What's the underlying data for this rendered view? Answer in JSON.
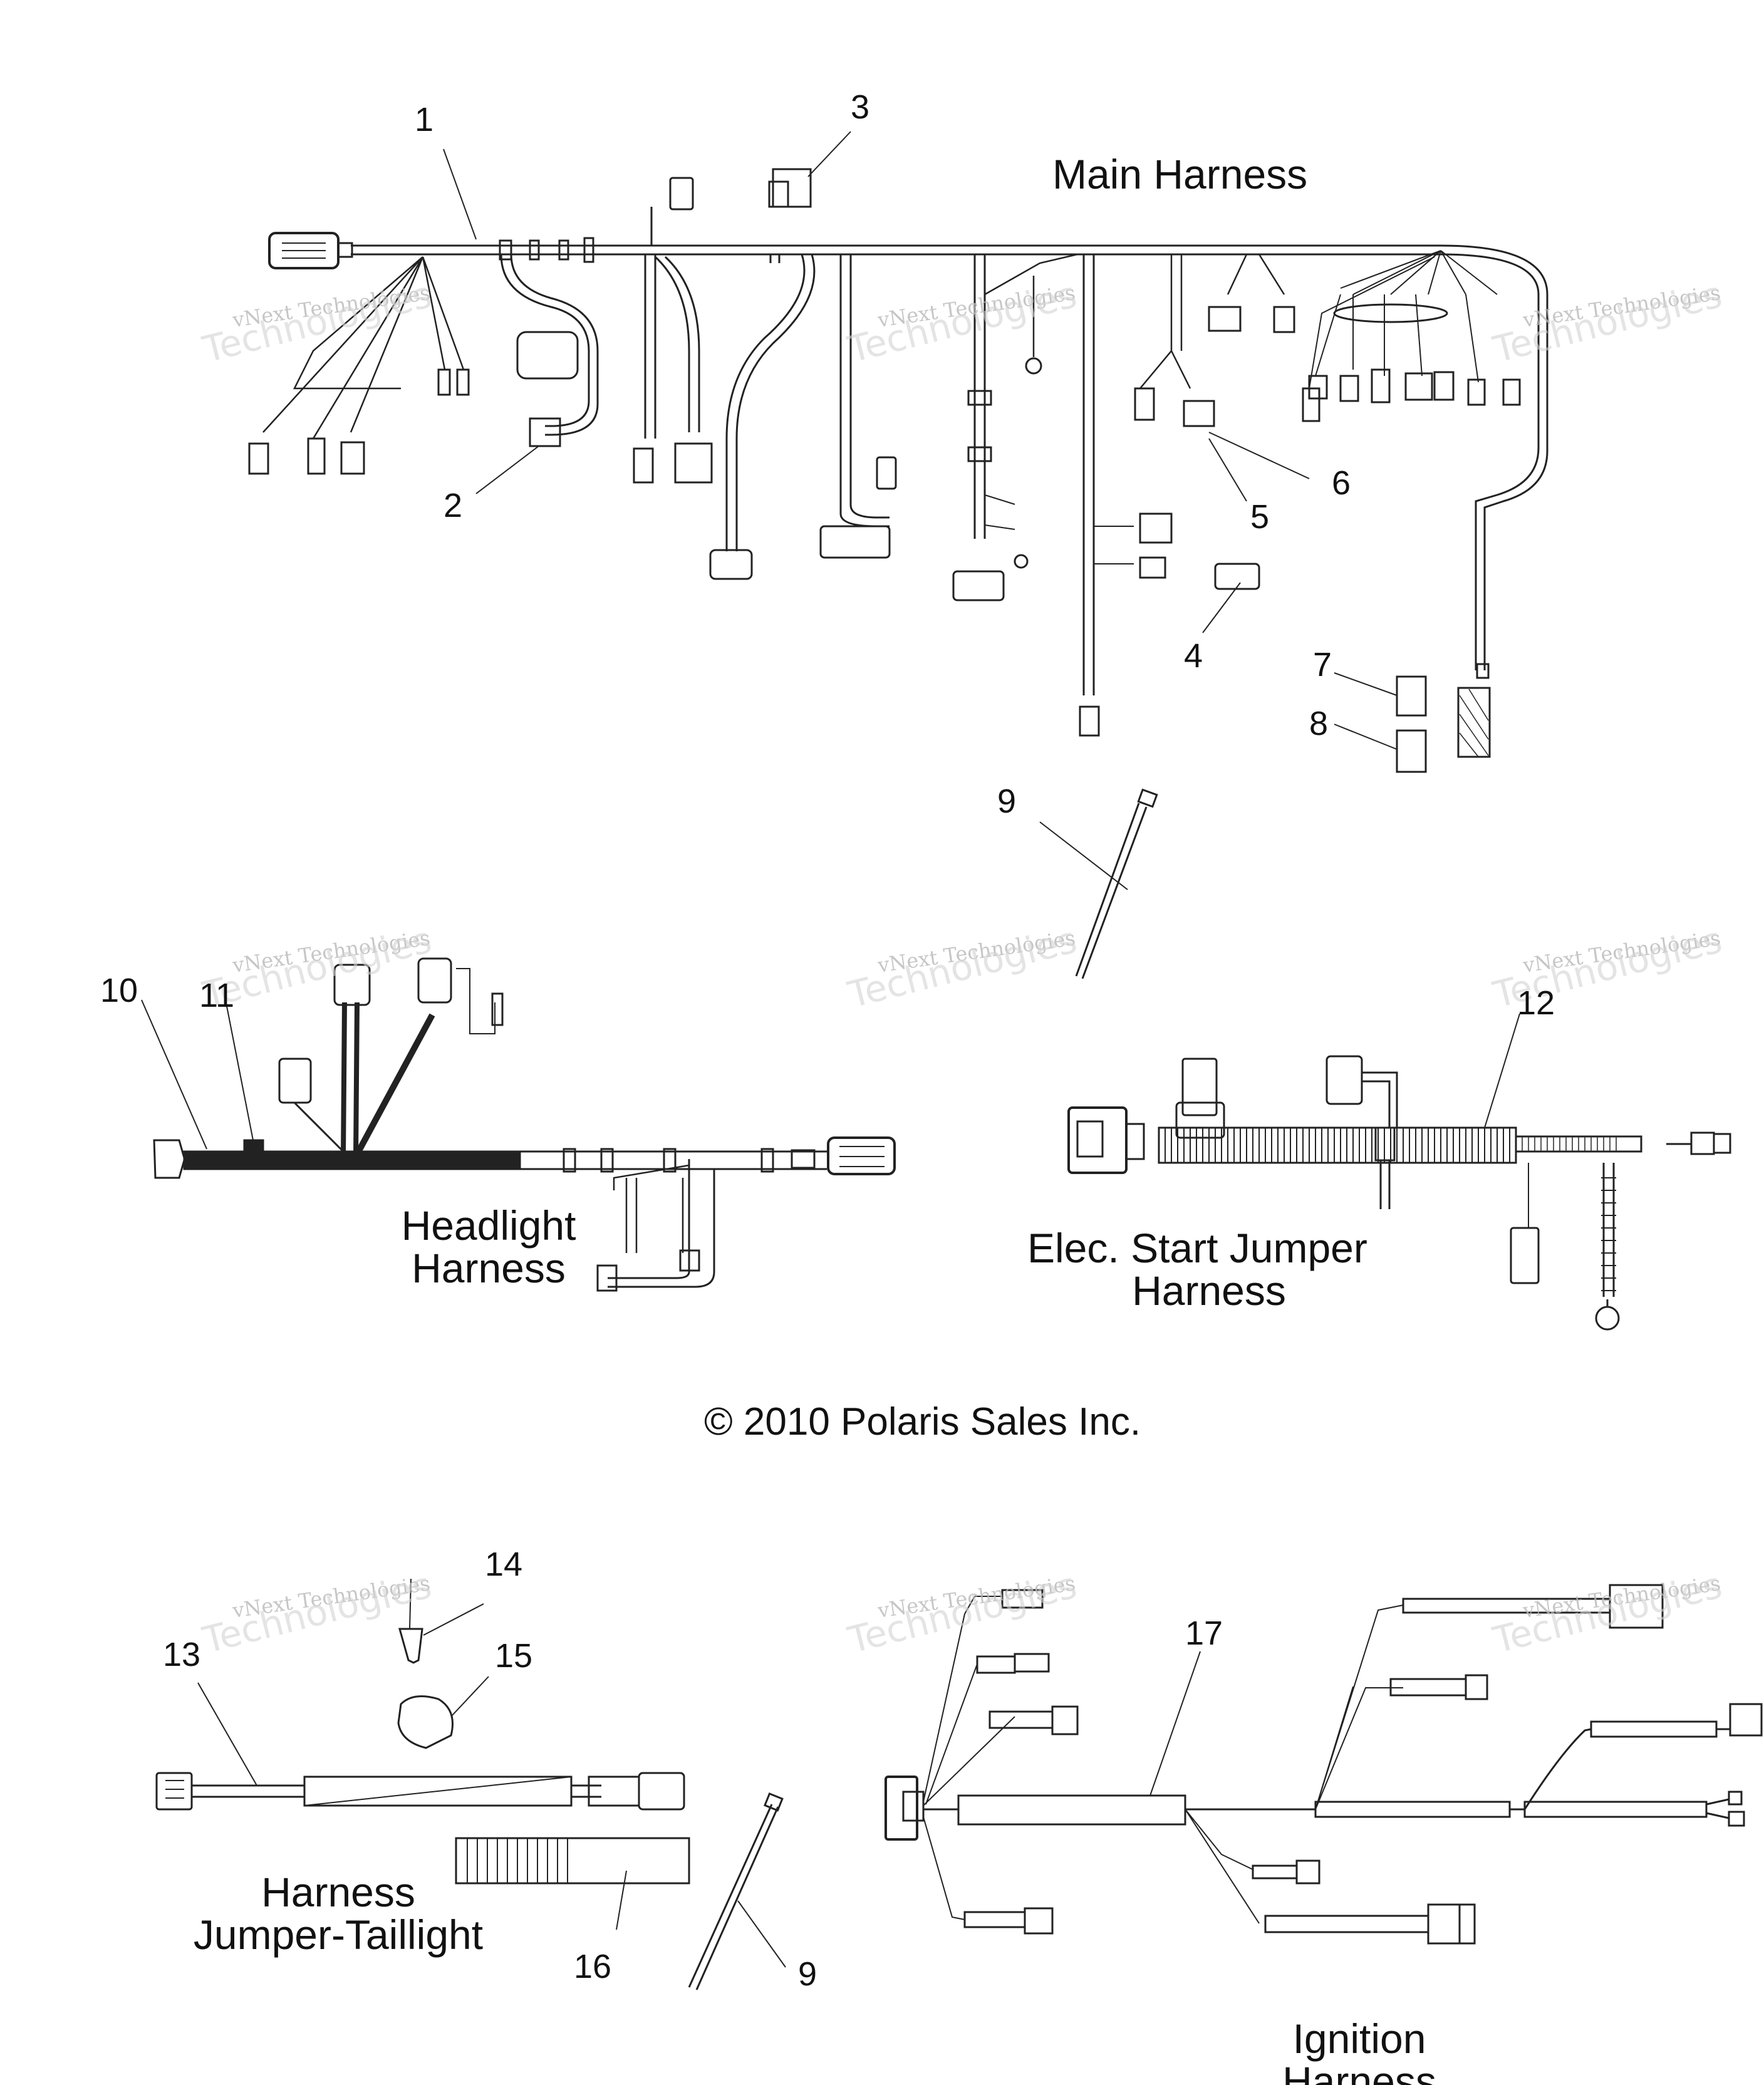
{
  "titles": {
    "main": "Main Harness",
    "headlight": [
      "Headlight",
      "Harness"
    ],
    "elec_start": [
      "Elec. Start Jumper",
      "Harness"
    ],
    "jumper_taillight": [
      "Harness",
      "Jumper-Taillight"
    ],
    "ignition": [
      "Ignition",
      "Harness"
    ]
  },
  "copyright": "© 2010 Polaris Sales Inc.",
  "watermark": {
    "line1": "vNext Technologies",
    "line2": "Technologies"
  },
  "callouts": [
    "1",
    "2",
    "3",
    "4",
    "5",
    "6",
    "7",
    "8",
    "9",
    "10",
    "11",
    "12",
    "13",
    "14",
    "15",
    "16",
    "17",
    "9"
  ]
}
